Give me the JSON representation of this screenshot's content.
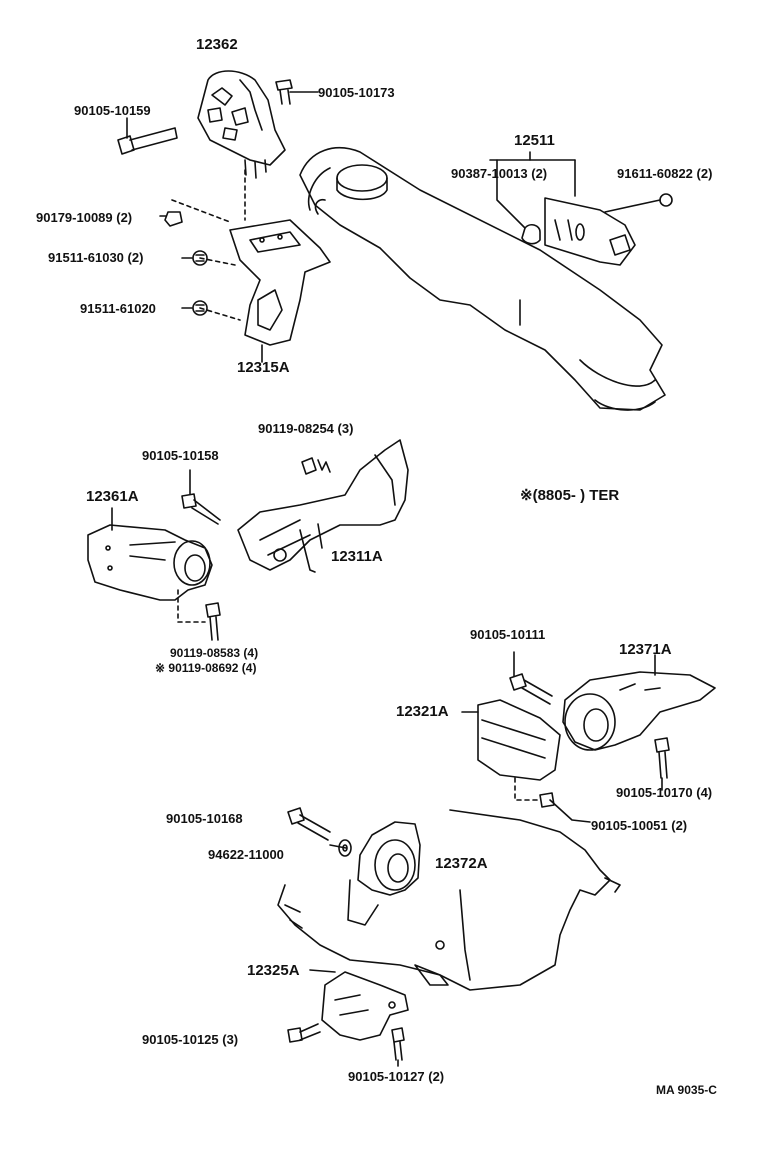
{
  "diagram": {
    "part_labels": {
      "p12362": "12362",
      "p90105_10173": "90105-10173",
      "p90105_10159": "90105-10159",
      "p90179_10089": "90179-10089 (2)",
      "p91511_61030": "91511-61030 (2)",
      "p91511_61020": "91511-61020",
      "p12315A": "12315A",
      "p12511": "12511",
      "p90387_10013": "90387-10013 (2)",
      "p91611_60822": "91611-60822 (2)",
      "p90119_08254": "90119-08254 (3)",
      "p90105_10158": "90105-10158",
      "p12361A": "12361A",
      "p12311A": "12311A",
      "p90119_08583": "90119-08583 (4)",
      "p90119_08692": "※ 90119-08692 (4)",
      "note": "※(8805-         ) TER",
      "p90105_10111": "90105-10111",
      "p12371A": "12371A",
      "p12321A": "12321A",
      "p90105_10170": "90105-10170 (4)",
      "p90105_10168": "90105-10168",
      "p90105_10051": "90105-10051 (2)",
      "p94622_11000": "94622-11000",
      "p12372A": "12372A",
      "p12325A": "12325A",
      "p90105_10125": "90105-10125 (3)",
      "p90105_10127": "90105-10127 (2)",
      "figure_code": "MA  9035-C"
    }
  }
}
